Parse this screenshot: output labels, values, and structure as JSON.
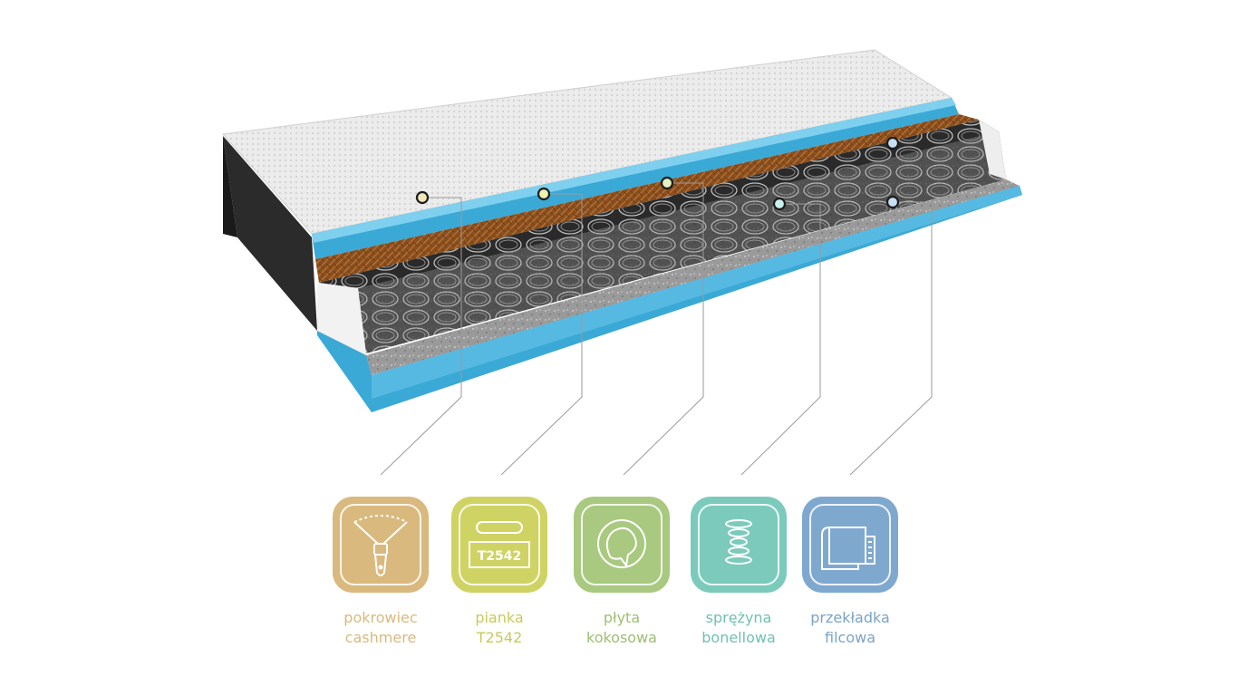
{
  "features": [
    {
      "line1": "pokrowiec",
      "line2": "cashmere",
      "icon": "zipper-icon",
      "color": "#d9b97e",
      "text_color": "#d9b97e"
    },
    {
      "line1": "pianka",
      "line2": "T2542",
      "icon": "foam-icon",
      "badge": "T2542",
      "color": "#cfd364",
      "text_color": "#c7cb5a"
    },
    {
      "line1": "płyta",
      "line2": "kokosowa",
      "icon": "coconut-icon",
      "color": "#a8c97f",
      "text_color": "#9cbf72"
    },
    {
      "line1": "sprężyna",
      "line2": "bonellowa",
      "icon": "spring-icon",
      "color": "#7ccabb",
      "text_color": "#6fc1b1"
    },
    {
      "line1": "przekładka",
      "line2": "filcowa",
      "icon": "felt-icon",
      "color": "#7fa8cf",
      "text_color": "#7aa3c9"
    }
  ]
}
